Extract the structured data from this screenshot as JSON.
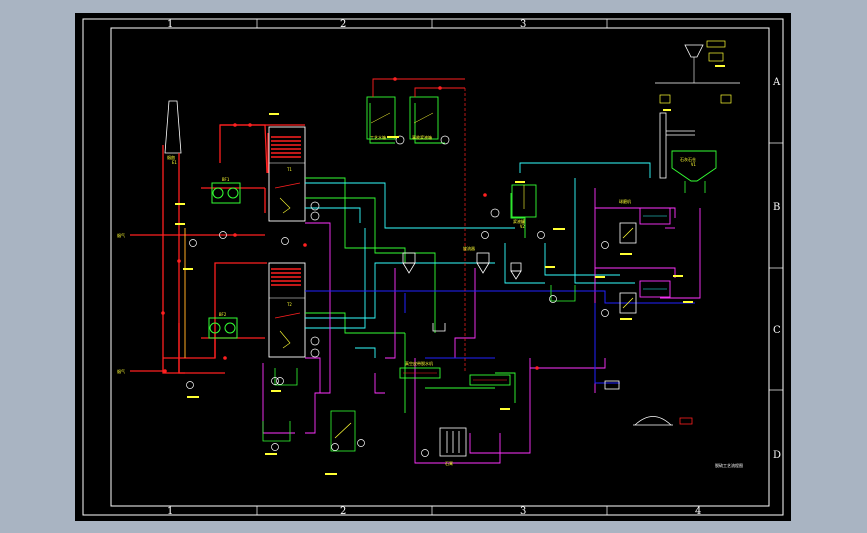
{
  "frame": {
    "columns_top": [
      "1",
      "2",
      "3"
    ],
    "columns_bottom": [
      "1",
      "2",
      "3",
      "4"
    ],
    "rows": [
      "A",
      "B",
      "C",
      "D"
    ]
  },
  "colors": {
    "background": "#000000",
    "frame": "#ffffff",
    "flue_gas": "#ff2020",
    "steam": "#ff2020",
    "water": "#33ffff",
    "slurry": "#ff33ff",
    "air": "#2222ff",
    "process": "#33ff33",
    "label": "#ffff33"
  },
  "labels": {
    "stack": "烟囱",
    "stack_tag": "E1",
    "upper_absorber_tag": "T1",
    "lower_absorber_tag": "T2",
    "upper_fan_tag": "BF1",
    "lower_fan_tag": "BF2",
    "upper_flue_inlet": "烟气",
    "lower_flue_inlet": "烟气",
    "lime_silo": "石灰石仓",
    "lime_silo_tag": "V1",
    "slurry_tank": "浆液罐",
    "slurry_tank_tag": "V2",
    "tank_a": "工艺水箱",
    "tank_b": "事故浆液箱",
    "hydrocyclone": "旋流器",
    "belt_filter": "真空皮带脱水机",
    "gypsum": "石膏",
    "ball_mill": "球磨机",
    "drawing_title": "脱硫工艺流程图"
  }
}
